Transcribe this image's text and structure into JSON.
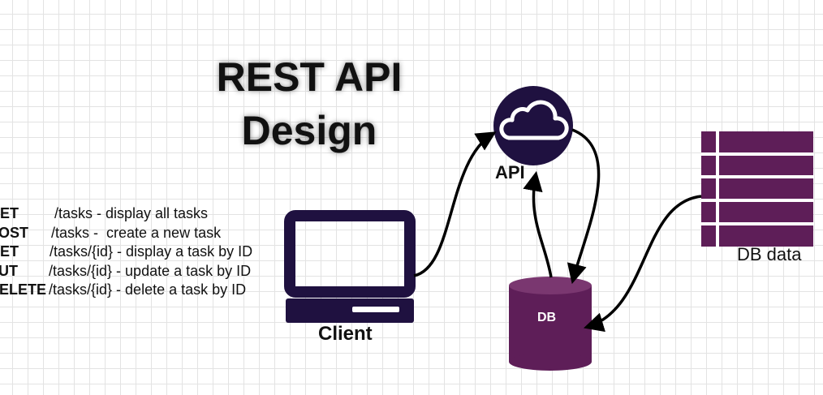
{
  "title": {
    "line1": "REST API",
    "line2": "Design"
  },
  "endpoints": [
    {
      "method": "GET",
      "text": "/tasks - display all tasks"
    },
    {
      "method": "POST",
      "text": "/tasks -  create a new task"
    },
    {
      "method": "GET",
      "text": "/tasks/{id} - display a task by ID"
    },
    {
      "method": "PUT",
      "text": "/tasks/{id} - update a task by ID"
    },
    {
      "method": "DELETE",
      "text": "/tasks/{id} - delete a task by ID"
    }
  ],
  "nodes": {
    "api": {
      "label": "API",
      "icon": "cloud-icon"
    },
    "client": {
      "label": "Client",
      "icon": "computer-icon"
    },
    "db": {
      "label": "DB",
      "icon": "database-cylinder"
    },
    "db_data": {
      "label": "DB data",
      "icon": "table-icon"
    }
  },
  "colors": {
    "dark_purple": "#1f1140",
    "purple": "#5e1e58",
    "purple_light": "#7a3770",
    "arrow": "#000000",
    "text": "#111111"
  }
}
